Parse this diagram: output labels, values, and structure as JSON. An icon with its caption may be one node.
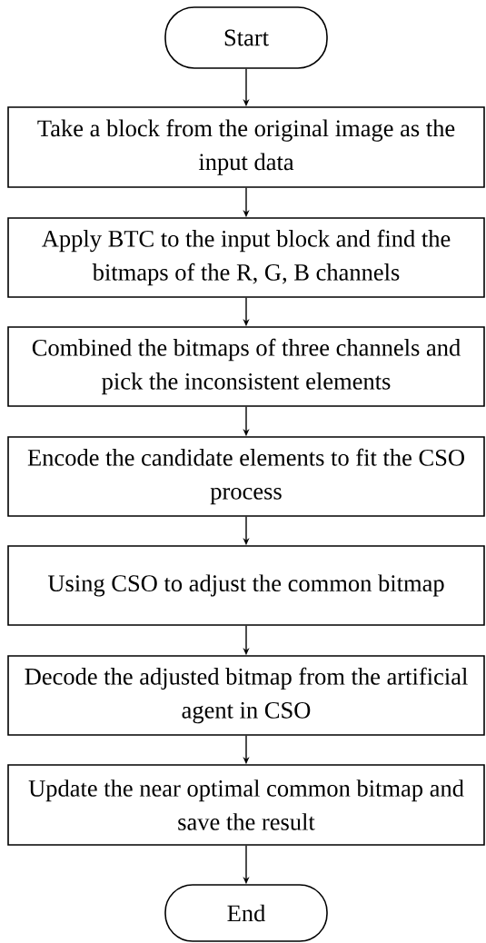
{
  "diagram": {
    "nodes": [
      {
        "text": [
          "Start"
        ]
      },
      {
        "text": [
          "Take a block from the original image as the input data"
        ]
      },
      {
        "text": [
          "Apply BTC to the input block and find the bitmaps of the R, G, B channels"
        ]
      },
      {
        "text": [
          "Combined the bitmaps of three channels and pick the inconsistent elements"
        ]
      },
      {
        "text": [
          "Encode the candidate elements to fit the CSO process"
        ]
      },
      {
        "text": [
          "Using CSO to adjust the common bitmap"
        ]
      },
      {
        "text": [
          "Decode the adjusted bitmap from the artificial agent in CSO"
        ]
      },
      {
        "text": [
          "Update the near optimal common bitmap and save the result"
        ]
      },
      {
        "text": [
          "End"
        ]
      }
    ],
    "edges": [
      {
        "from": 0,
        "to": 1,
        "arrow": "to"
      },
      {
        "from": 1,
        "to": 2,
        "arrow": "to"
      },
      {
        "from": 2,
        "to": 3,
        "arrow": "to"
      },
      {
        "from": 3,
        "to": 4,
        "arrow": "to"
      },
      {
        "from": 4,
        "to": 5,
        "arrow": "to"
      },
      {
        "from": 5,
        "to": 6,
        "arrow": "to"
      },
      {
        "from": 6,
        "to": 7,
        "arrow": "to"
      },
      {
        "from": 7,
        "to": 8,
        "arrow": "to"
      }
    ]
  }
}
